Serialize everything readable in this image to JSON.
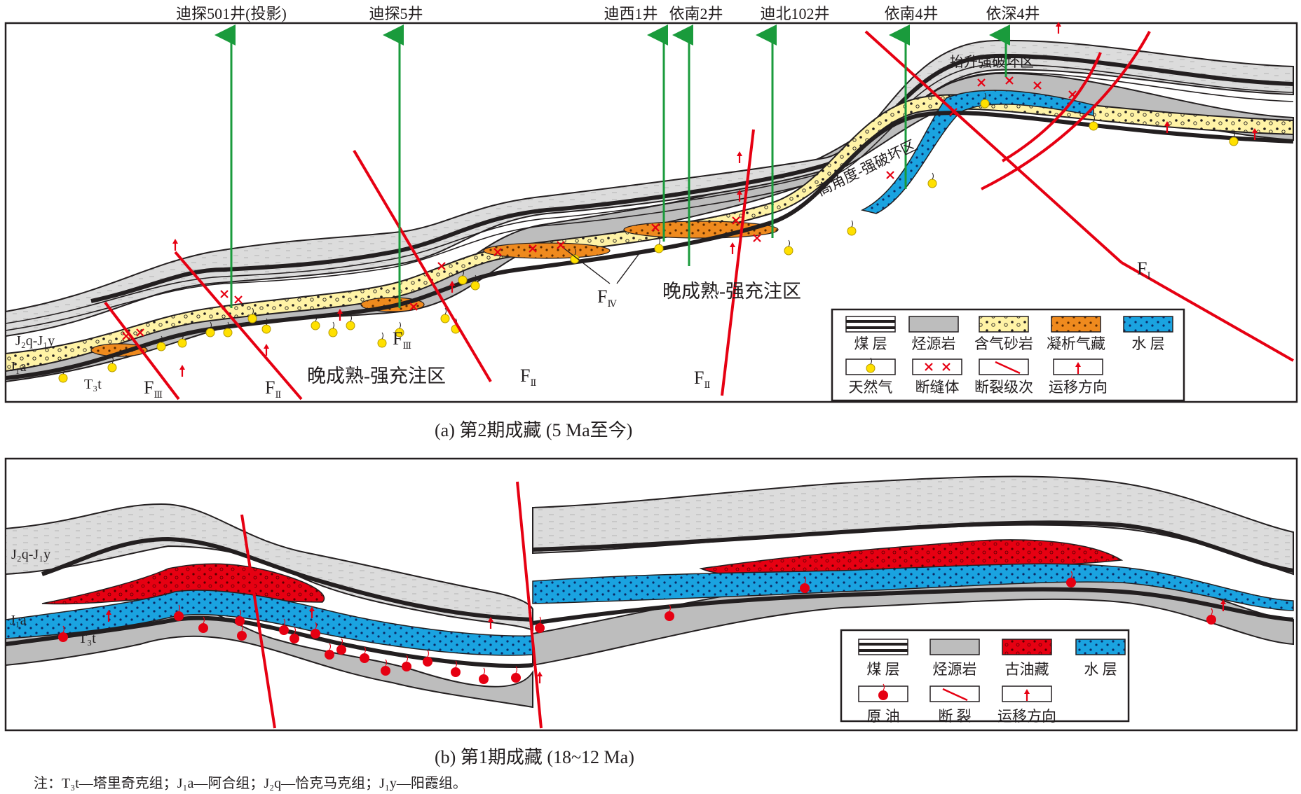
{
  "panel_a": {
    "caption": "(a) 第2期成藏 (5 Ma至今)",
    "wells": [
      "迪探501井(投影)",
      "迪探5井",
      "迪西1井",
      "依南2井",
      "迪北102井",
      "依南4井",
      "依深4井"
    ],
    "zone_labels": {
      "uplift": "抬升强破坏区",
      "high_angle": "高角度-强破坏区",
      "late_mature_1": "晚成熟-强充注区",
      "late_mature_2": "晚成熟-强充注区"
    },
    "formation_labels": {
      "top": "J₂q-J₁y",
      "middle": "J₁a",
      "bottom": "T₃t"
    },
    "fault_labels": {
      "f1": "F",
      "f1_sub": "Ⅰ",
      "f2": "F",
      "f2_sub": "Ⅱ",
      "f3": "F",
      "f3_sub": "Ⅲ",
      "f4": "F",
      "f4_sub": "Ⅳ"
    },
    "legend": [
      {
        "label": "煤 层"
      },
      {
        "label": "烃源岩"
      },
      {
        "label": "含气砂岩"
      },
      {
        "label": "凝析气藏"
      },
      {
        "label": "水 层"
      },
      {
        "label": "天然气"
      },
      {
        "label": "断缝体"
      },
      {
        "label": "断裂级次"
      },
      {
        "label": "运移方向"
      }
    ]
  },
  "panel_b": {
    "caption": "(b) 第1期成藏 (18~12 Ma)",
    "formation_labels": {
      "top": "J₂q-J₁y",
      "middle": "J₁a",
      "bottom": "T₃t"
    },
    "legend": [
      {
        "label": "煤 层"
      },
      {
        "label": "烃源岩"
      },
      {
        "label": "古油藏"
      },
      {
        "label": "水 层"
      },
      {
        "label": "原 油"
      },
      {
        "label": "断 裂"
      },
      {
        "label": "运移方向"
      }
    ]
  },
  "note": "注：T₃t—塔里奇克组；J₁a—阿合组；J₂q—恰克马克组；J₁y—阳霞组。",
  "colors": {
    "fault": "#e60012",
    "well": "#1a9b3c",
    "sand": "#fff3a6",
    "condensate": "#ef8a1e",
    "water": "#1aa3e0",
    "oil": "#e60012",
    "source": "#bdbdbd",
    "gas": "#ffe000"
  }
}
